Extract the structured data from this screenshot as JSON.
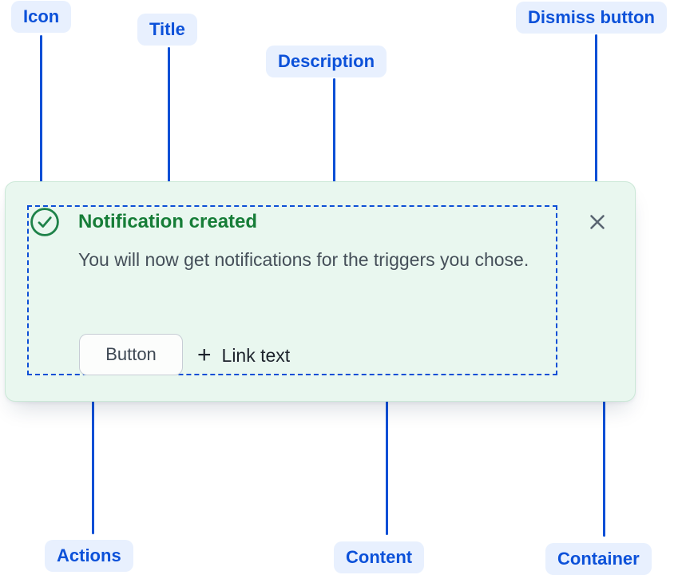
{
  "labels": {
    "icon": "Icon",
    "title": "Title",
    "description": "Description",
    "dismiss_button": "Dismiss button",
    "actions": "Actions",
    "content": "Content",
    "container": "Container"
  },
  "flag": {
    "title": "Notification created",
    "description": "You will now get notifications for the triggers you chose.",
    "button_label": "Button",
    "link_plus": "+",
    "link_label": "Link text"
  },
  "icons": {
    "status": "check-circle-icon",
    "dismiss": "close-icon",
    "link_prefix": "plus-icon"
  },
  "colors": {
    "label_bg": "#E8F0FE",
    "label_text": "#0C51D9",
    "connector": "#0C4FD6",
    "card_bg": "#E9F7EF",
    "card_border": "#CBE8D7",
    "content_outline": "#0C4FD6",
    "success_green": "#1E8249",
    "title_green": "#167D37",
    "description_text": "#454F59",
    "dismiss_gray": "#5A6572",
    "button_bg": "#FCFDFC",
    "button_border": "#C7CDD5",
    "button_text": "#3E4854",
    "link_text": "#1D232C"
  }
}
